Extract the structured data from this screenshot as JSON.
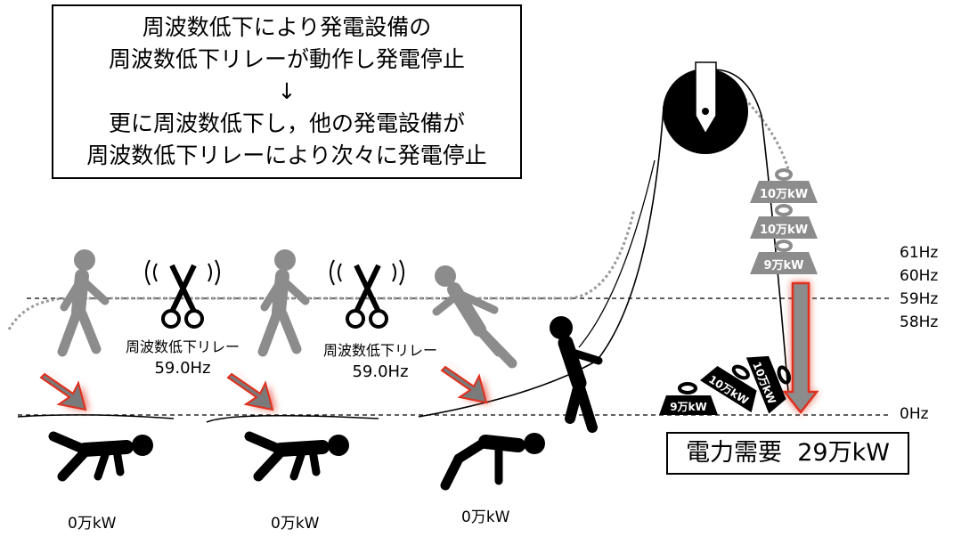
{
  "explanation": {
    "line1": "周波数低下により発電設備の",
    "line2": "周波数低下リレーが動作し発電停止",
    "arrow": "↓",
    "line3": "更に周波数低下し，他の発電設備が",
    "line4": "周波数低下リレーにより次々に発電停止"
  },
  "relays": [
    {
      "label": "周波数低下リレー",
      "value": "59.0Hz"
    },
    {
      "label": "周波数低下リレー",
      "value": "59.0Hz"
    }
  ],
  "generators": [
    {
      "output": "0万kW"
    },
    {
      "output": "0万kW"
    },
    {
      "output": "0万kW"
    }
  ],
  "hanging_weights": [
    "10万kW",
    "10万kW",
    "9万kW"
  ],
  "fallen_weights": [
    "9万kW",
    "10万kW",
    "10万kW"
  ],
  "demand": {
    "label": "電力需要",
    "value": "29万kW"
  },
  "frequency_scale": [
    "61Hz",
    "60Hz",
    "59Hz",
    "58Hz",
    "0Hz"
  ],
  "colors": {
    "person_gray": "#8c8c8c",
    "person_black": "#000000",
    "arrow_red": "#e0301e",
    "arrow_fill": "#7a7a7a"
  }
}
